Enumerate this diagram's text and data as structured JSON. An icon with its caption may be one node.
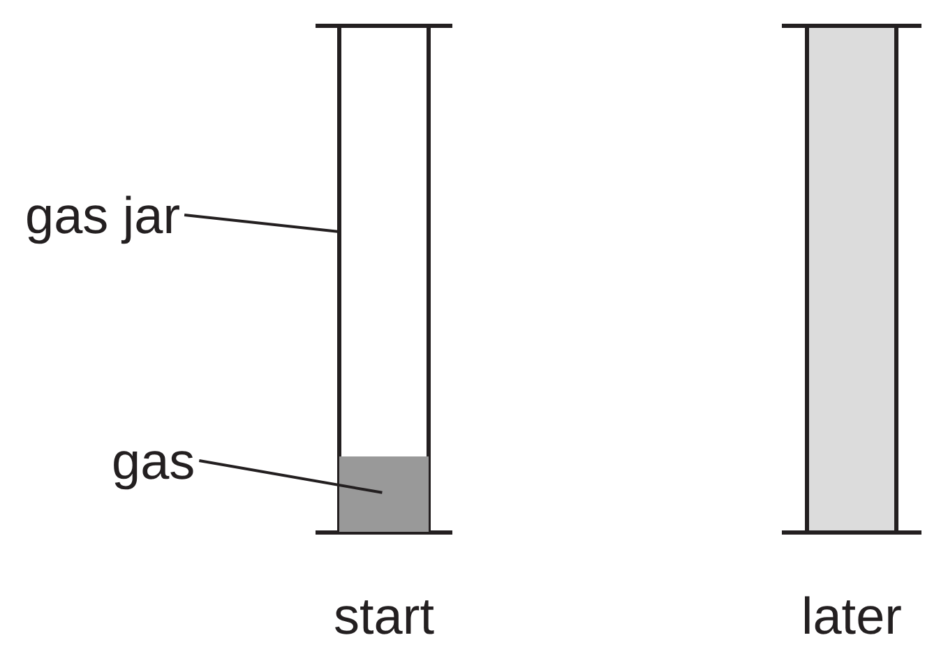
{
  "diagram": {
    "nodes": [
      {
        "text": [
          "gas jar"
        ]
      },
      {
        "text": [],
        "shape": "box",
        "beside": [
          "start"
        ]
      },
      {
        "text": [
          "gas"
        ]
      },
      {
        "text": [],
        "shape": "box",
        "in": 1
      },
      {
        "text": [],
        "shape": "box",
        "beside": [
          "later"
        ]
      }
    ],
    "edges": [
      {
        "from": 0,
        "to": 1,
        "arrow": "none"
      },
      {
        "from": 2,
        "to": 3,
        "arrow": "none"
      }
    ]
  }
}
